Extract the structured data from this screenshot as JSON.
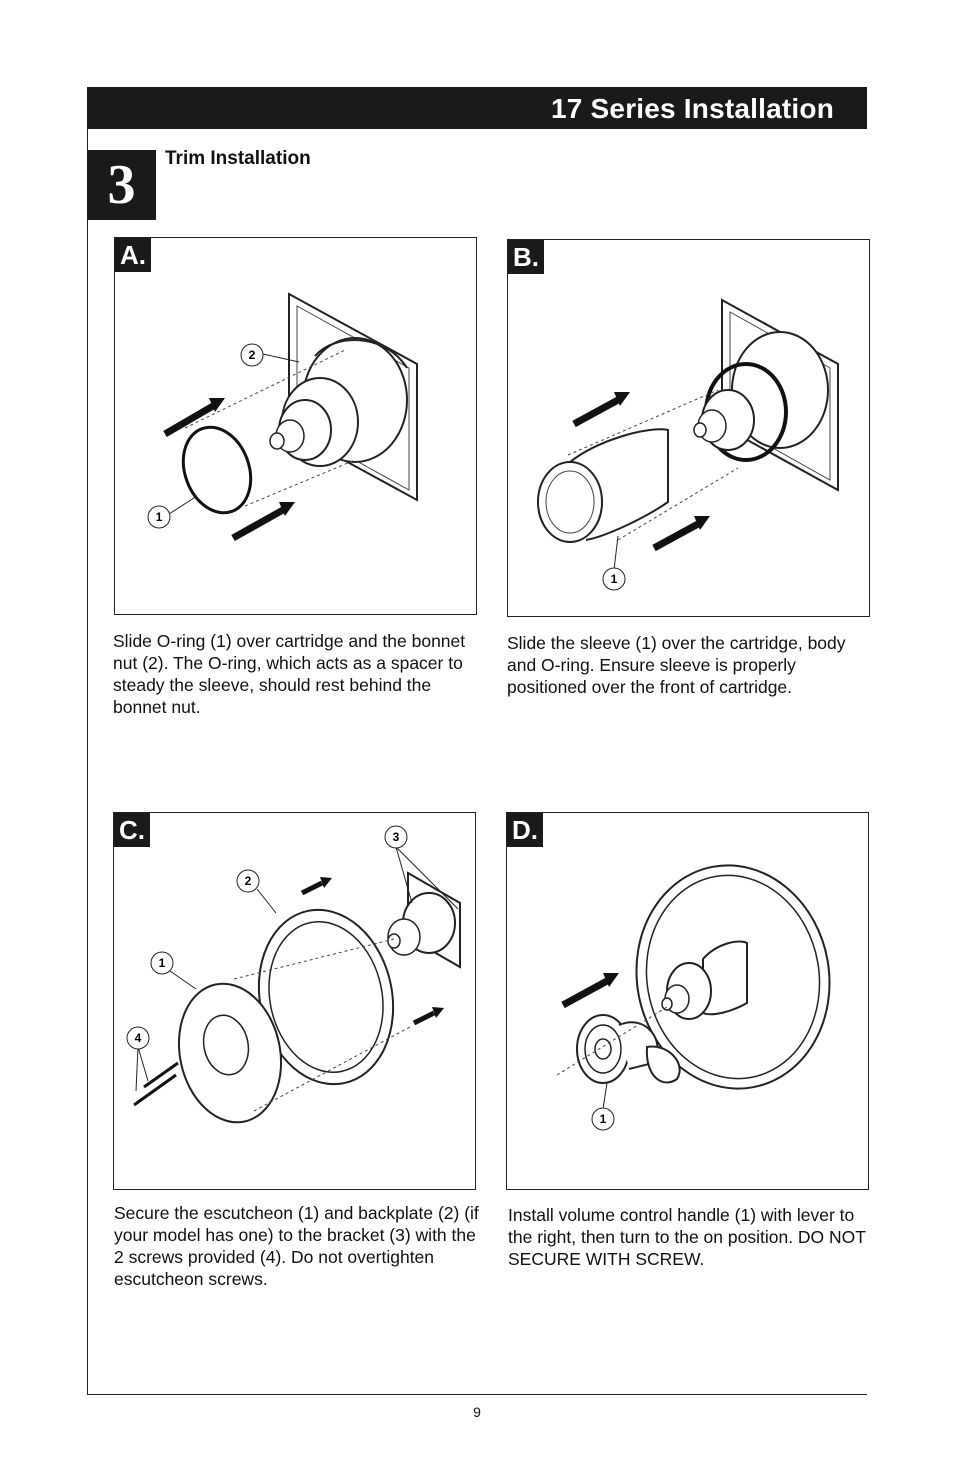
{
  "header": {
    "title": "17 Series Installation"
  },
  "step": {
    "number": "3",
    "title": "Trim Installation"
  },
  "panels": [
    {
      "label": "A.",
      "caption": "Slide O-ring (1) over cartridge and the bonnet nut (2). The O-ring, which acts as a spacer to steady the sleeve, should rest behind the bonnet nut.",
      "callouts": [
        "1",
        "2"
      ]
    },
    {
      "label": "B.",
      "caption": "Slide the sleeve (1) over the cartridge, body and O-ring. Ensure sleeve is properly positioned over the front of cartridge.",
      "callouts": [
        "1"
      ]
    },
    {
      "label": "C.",
      "caption": "Secure the escutcheon (1) and backplate (2) (if your model has one) to the bracket (3) with the 2 screws provided (4). Do not overtighten escutcheon screws.",
      "callouts": [
        "1",
        "2",
        "3",
        "4"
      ]
    },
    {
      "label": "D.",
      "caption": "Install volume control handle (1) with lever to the right, then turn to the on position. DO NOT SECURE WITH SCREW.",
      "callouts": [
        "1"
      ]
    }
  ],
  "footer": {
    "page_number": "9"
  }
}
